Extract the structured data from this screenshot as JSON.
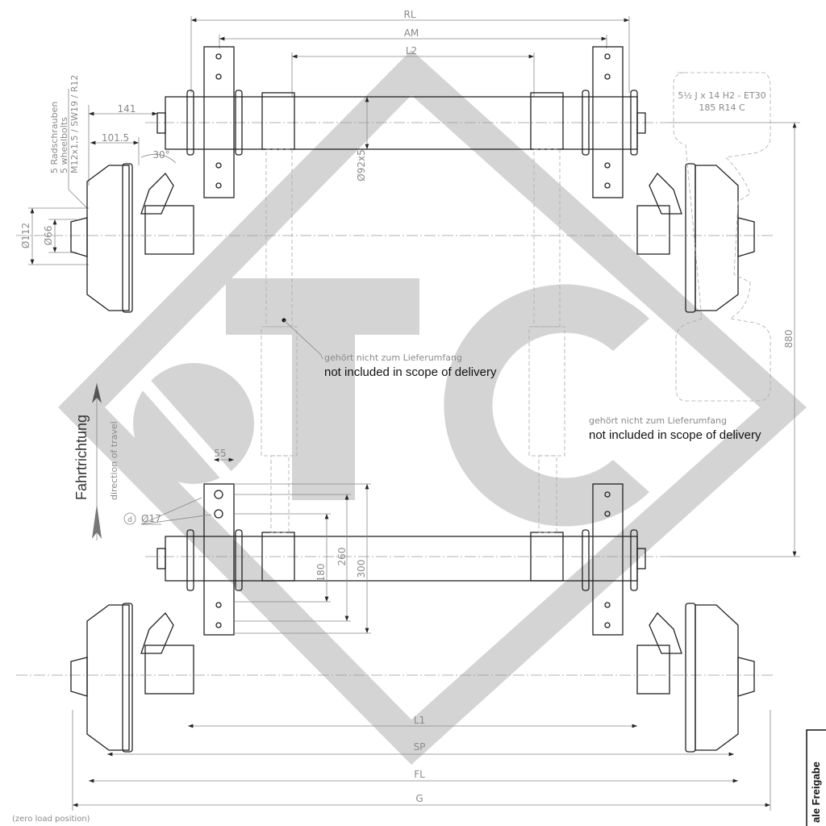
{
  "dimensions": {
    "rl": "RL",
    "am": "AM",
    "l2": "L2",
    "l1": "L1",
    "sp": "SP",
    "fl": "FL",
    "g": "G",
    "d141": "141",
    "d101_5": "101.5",
    "angle": "30°",
    "d112": "Ø112",
    "d66": "Ø66",
    "tube": "Ø92x5",
    "d55": "55",
    "d260": "260",
    "d180": "180",
    "d300": "300",
    "d880": "880",
    "hole": "Ø17",
    "hole_marker": "d"
  },
  "bolts": {
    "line1": "5 Radschrauben",
    "line2": "5 wheelbolts",
    "line3": "M12x1,5 / SW19 / R12"
  },
  "rim": {
    "line1": "5½ J x 14 H2  -  ET30",
    "line2": "185 R14 C"
  },
  "direction": {
    "de": "Fahrtrichtung",
    "en": "direction of travel"
  },
  "notes": [
    {
      "de": "gehört nicht zum Lieferumfang",
      "en": "not included in scope of delivery"
    },
    {
      "de": "gehört nicht zum Lieferumfang",
      "en": "not included in scope of delivery"
    }
  ],
  "footer_left": "(zero load position)",
  "title_block_partial": "ale Freigabe",
  "watermark": {
    "logo_text": "TC",
    "color": "#d4d4d4"
  }
}
